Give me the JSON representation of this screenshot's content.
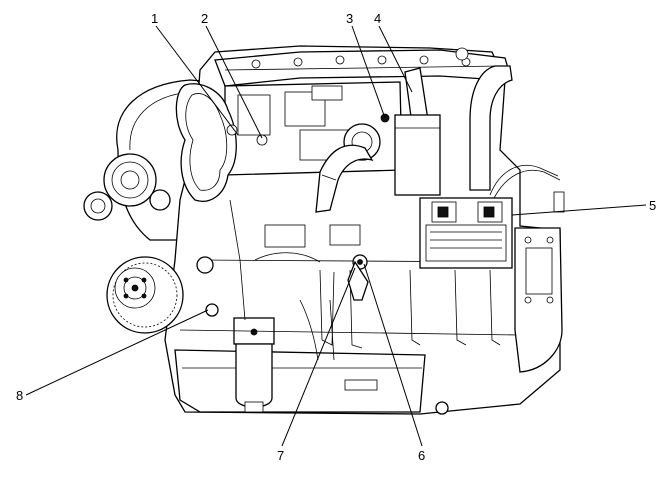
{
  "figure": {
    "callouts": [
      {
        "num": "1"
      },
      {
        "num": "2"
      },
      {
        "num": "3"
      },
      {
        "num": "4"
      },
      {
        "num": "5"
      },
      {
        "num": "6"
      },
      {
        "num": "7"
      },
      {
        "num": "8"
      }
    ]
  }
}
